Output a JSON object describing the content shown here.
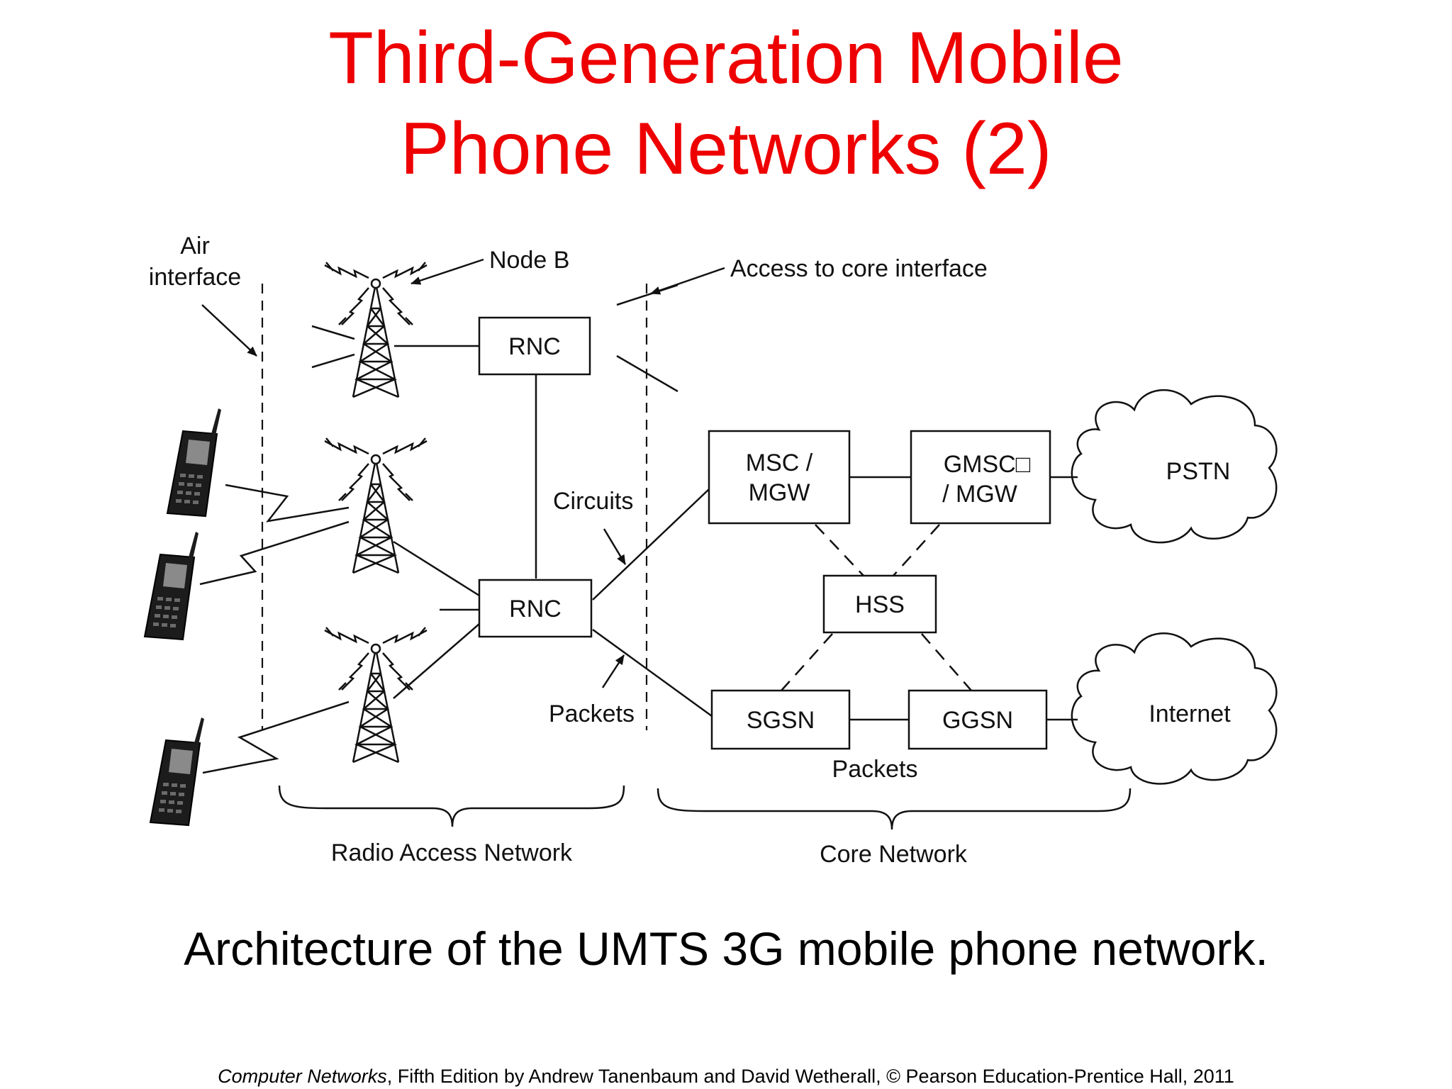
{
  "slide": {
    "title_line1": "Third-Generation Mobile",
    "title_line2": "Phone Networks (2)",
    "caption": "Architecture of the UMTS 3G mobile phone network.",
    "credit_book": "Computer Networks",
    "credit_rest": ", Fifth Edition by Andrew Tanenbaum and David Wetherall, © Pearson Education-Prentice Hall, 2011",
    "title_color": "#ee0000"
  },
  "diagram": {
    "labels": {
      "air_interface_1": "Air",
      "air_interface_2": "interface",
      "node_b": "Node B",
      "access_core": "Access to core interface",
      "circuits": "Circuits",
      "packets_left": "Packets",
      "packets_core": "Packets",
      "radio_access_network": "Radio Access Network",
      "core_network": "Core Network"
    },
    "nodes": {
      "rnc_top": "RNC",
      "rnc_bottom": "RNC",
      "msc_1": "MSC /",
      "msc_2": "MGW",
      "gmsc_1": "GMSC□",
      "gmsc_2": "/ MGW",
      "hss": "HSS",
      "sgsn": "SGSN",
      "ggsn": "GGSN",
      "pstn": "PSTN",
      "internet": "Internet"
    }
  }
}
